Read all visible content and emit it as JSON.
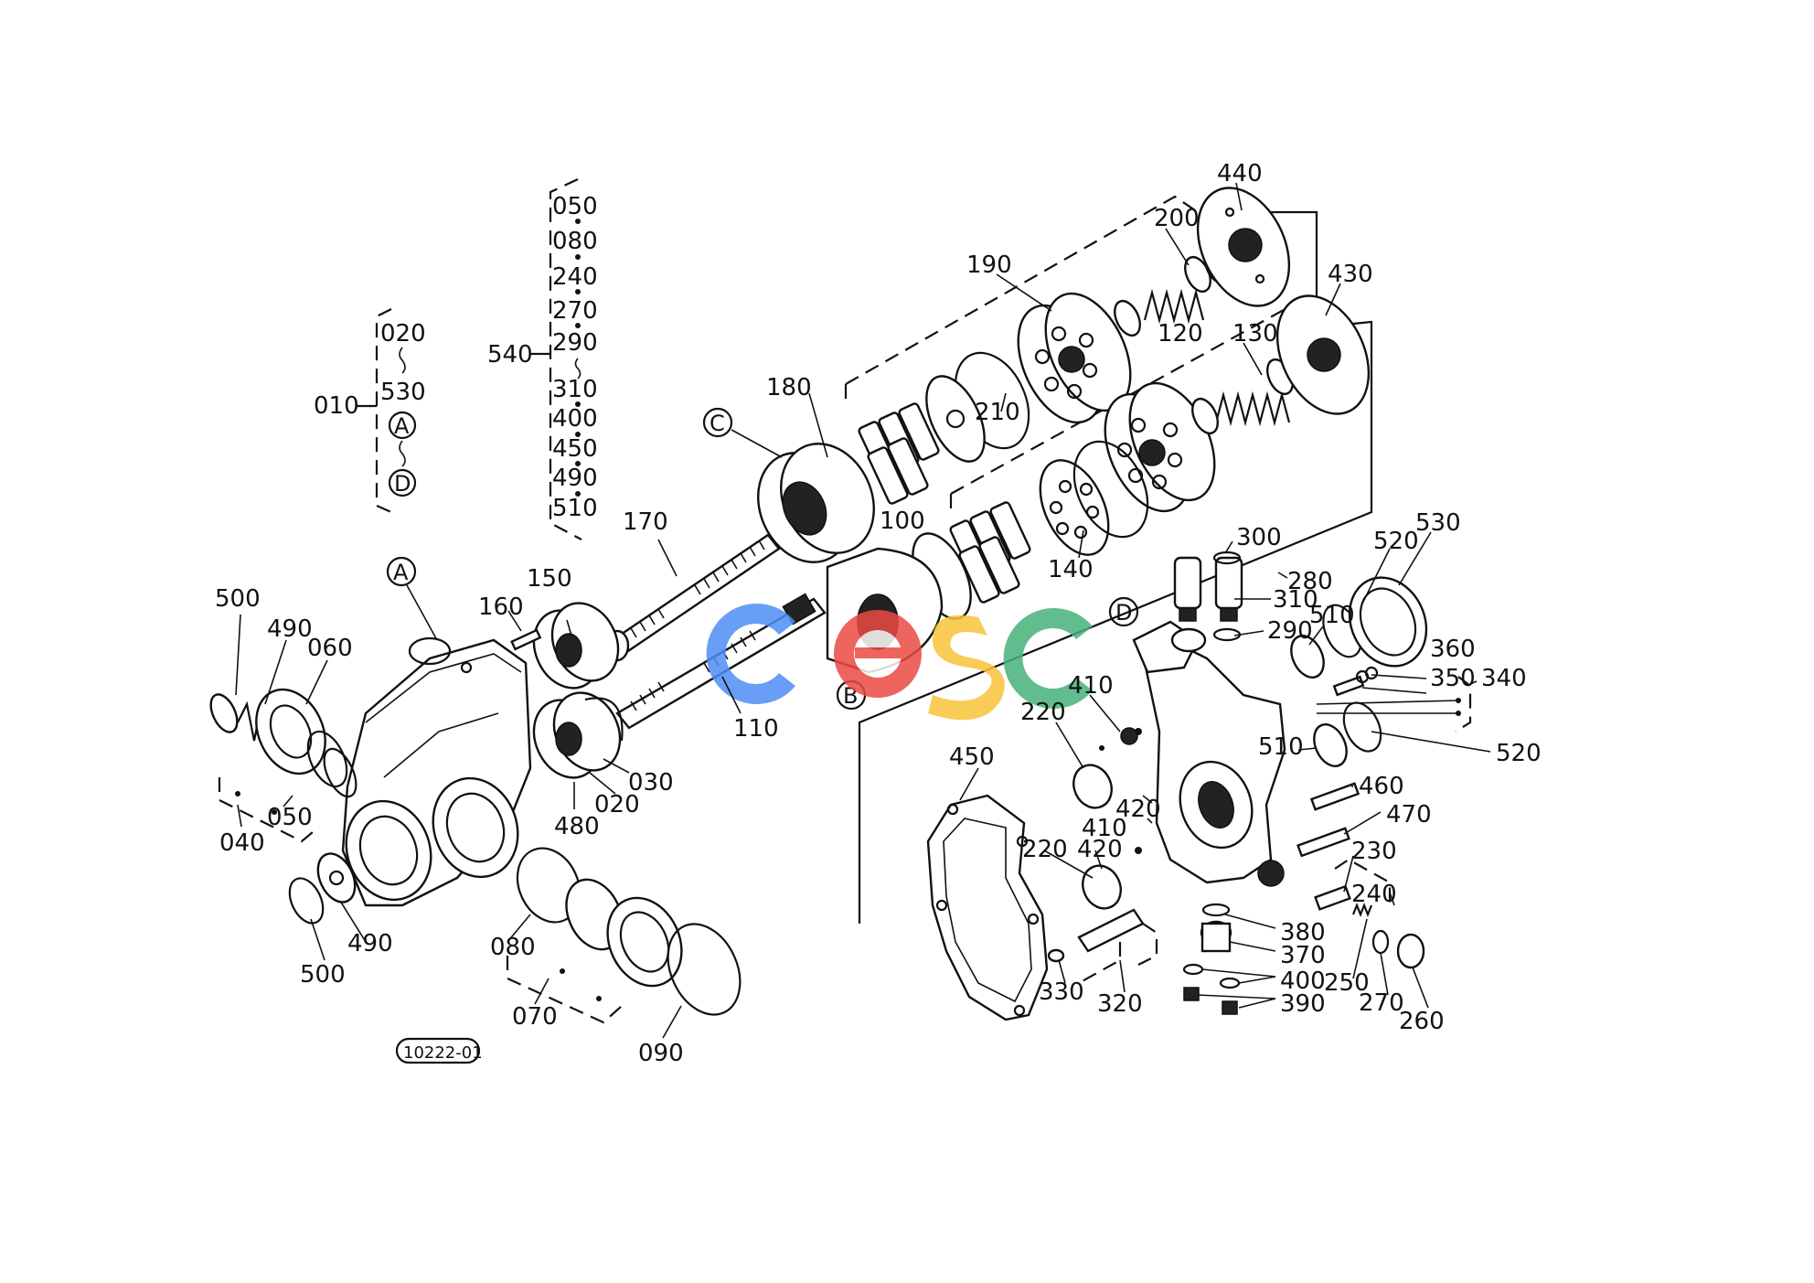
{
  "diagram": {
    "drawing_code": "10222-01",
    "watermark_text": "cesc",
    "watermark_colors": [
      "#4f8df5",
      "#ea4b42",
      "#f8c33a",
      "#46b27a"
    ],
    "callout_letters": [
      "A",
      "B",
      "C",
      "D"
    ],
    "assembly_010": {
      "label": "010",
      "range": [
        "020",
        "530"
      ],
      "ref_range": [
        "A",
        "D"
      ]
    },
    "assembly_540": {
      "label": "540",
      "items": [
        "050",
        "080",
        "240",
        "270",
        "290",
        "310",
        "400",
        "450",
        "490",
        "510"
      ]
    },
    "part_labels": {
      "p440": "440",
      "p200": "200",
      "p190": "190",
      "p430": "430",
      "p120": "120",
      "p130": "130",
      "p180": "180",
      "p210": "210",
      "p100": "100",
      "p170": "170",
      "p140": "140",
      "p300": "300",
      "p280": "280",
      "p310": "310",
      "p290": "290",
      "p520a": "520",
      "p530": "530",
      "p510a": "510",
      "p500a": "500",
      "p490a": "490",
      "p060": "060",
      "p150": "150",
      "p160": "160",
      "p110": "110",
      "p360": "360",
      "p350": "350",
      "p340": "340",
      "p410a": "410",
      "p220a": "220",
      "p510b": "510",
      "p520b": "520",
      "p450": "450",
      "p030": "030",
      "p020": "020",
      "p480": "480",
      "p050": "050",
      "p040": "040",
      "p420a": "420",
      "p460": "460",
      "p410b": "410",
      "p470": "470",
      "p220b": "220",
      "p420b": "420",
      "p230": "230",
      "p240": "240",
      "p500b": "500",
      "p490b": "490",
      "p080": "080",
      "p380": "380",
      "p370": "370",
      "p400": "400",
      "p330": "330",
      "p250": "250",
      "p270": "270",
      "p390": "390",
      "p320": "320",
      "p260": "260",
      "p070": "070",
      "p090": "090"
    }
  }
}
